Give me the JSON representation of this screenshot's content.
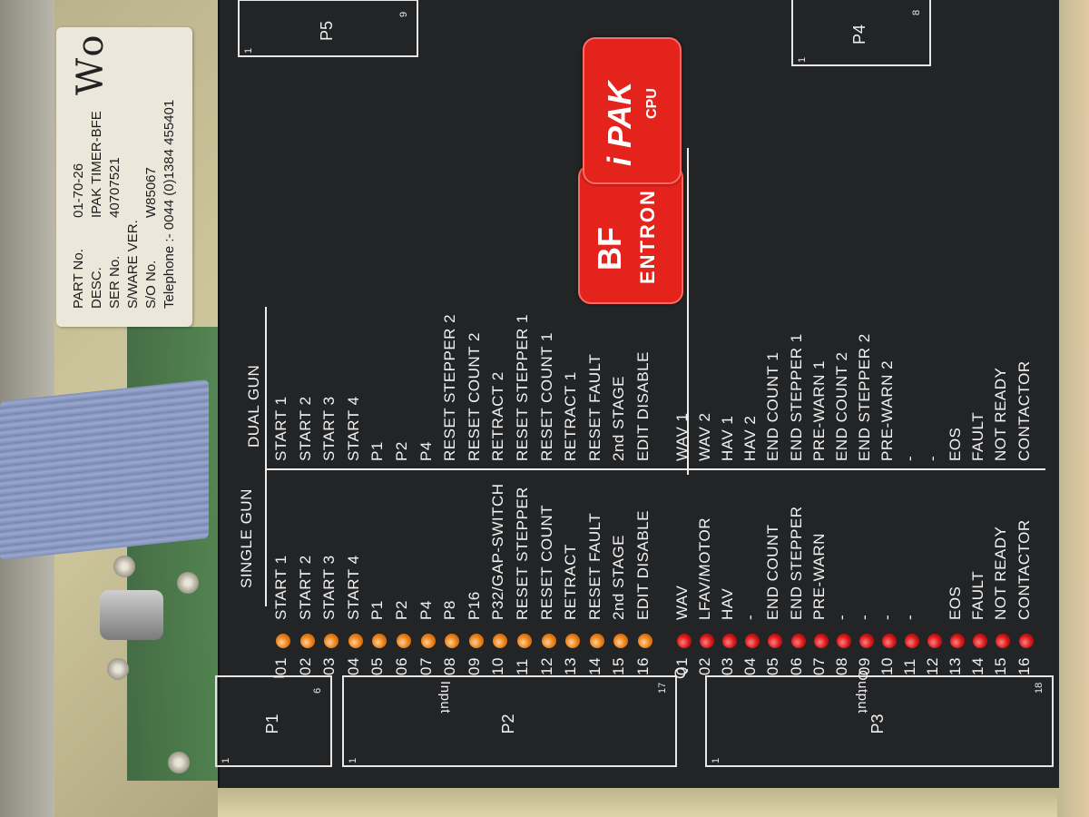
{
  "sticker": {
    "rows": [
      {
        "key": "PART No.",
        "value": "01-70-26"
      },
      {
        "key": "DESC.",
        "value": "IPAK TIMER-BFE"
      },
      {
        "key": "SER No.",
        "value": "40707521"
      },
      {
        "key": "S/WARE VER.",
        "value": ""
      },
      {
        "key": "S/O No.",
        "value": "W85067"
      }
    ],
    "telephone": "Telephone :- 0044 (0)1384 455401",
    "handwriting": "Wo"
  },
  "logos": {
    "bf": {
      "line1": "BF",
      "line2": "ENTRON"
    },
    "ipak": {
      "line1": "i PAK",
      "line2": "CPU"
    }
  },
  "connectors": [
    {
      "name": "P1",
      "pin_start": "1",
      "pin_end": "6"
    },
    {
      "name": "P2",
      "pin_start": "1",
      "pin_end": "17"
    },
    {
      "name": "P3",
      "pin_start": "1",
      "pin_end": "18"
    },
    {
      "name": "P4",
      "pin_start": "1",
      "pin_end": "8"
    },
    {
      "name": "P5",
      "pin_start": "1",
      "pin_end": "9"
    }
  ],
  "headers": {
    "single_gun": "SINGLE GUN",
    "dual_gun": "DUAL GUN"
  },
  "input": {
    "section_label": "Input",
    "prefix": "I",
    "numbers": [
      "01",
      "02",
      "03",
      "04",
      "05",
      "06",
      "07",
      "08",
      "09",
      "10",
      "11",
      "12",
      "13",
      "14",
      "15",
      "16"
    ],
    "single": [
      "START 1",
      "START 2",
      "START 3",
      "START 4",
      "P1",
      "P2",
      "P4",
      "P8",
      "P16",
      "P32/GAP-SWITCH",
      "RESET STEPPER",
      "RESET COUNT",
      "RETRACT",
      "RESET FAULT",
      "2nd  STAGE",
      "EDIT DISABLE"
    ],
    "dual": [
      "START 1",
      "START 2",
      "START 3",
      "START 4",
      "P1",
      "P2",
      "P4",
      "RESET STEPPER 2",
      "RESET COUNT 2",
      "RETRACT 2",
      "RESET STEPPER 1",
      "RESET COUNT 1",
      "RETRACT 1",
      "RESET FAULT",
      "2nd STAGE",
      "EDIT DISABLE"
    ]
  },
  "output": {
    "section_label": "Output",
    "prefix": "Q",
    "numbers": [
      "01",
      "02",
      "03",
      "04",
      "05",
      "06",
      "07",
      "08",
      "09",
      "10",
      "11",
      "12",
      "13",
      "14",
      "15",
      "16"
    ],
    "single": [
      "WAV",
      "LFAV/MOTOR",
      "HAV",
      "-",
      "END COUNT",
      "END STEPPER",
      "PRE-WARN",
      "-",
      "-",
      "-",
      "-",
      "EOS",
      "FAULT",
      "NOT READY",
      "CONTACTOR"
    ],
    "dual": [
      "WAV 1",
      "WAV 2",
      "HAV 1",
      "HAV 2",
      "END COUNT 1",
      "END STEPPER 1",
      "PRE-WARN 1",
      "END COUNT 2",
      "END STEPPER 2",
      "PRE-WARN 2",
      "-",
      "-",
      "EOS",
      "FAULT",
      "NOT READY",
      "CONTACTOR"
    ]
  },
  "colors": {
    "panel": "#222426",
    "input_led": "#f0841c",
    "output_led": "#d81616",
    "logo": "#e3231c"
  }
}
